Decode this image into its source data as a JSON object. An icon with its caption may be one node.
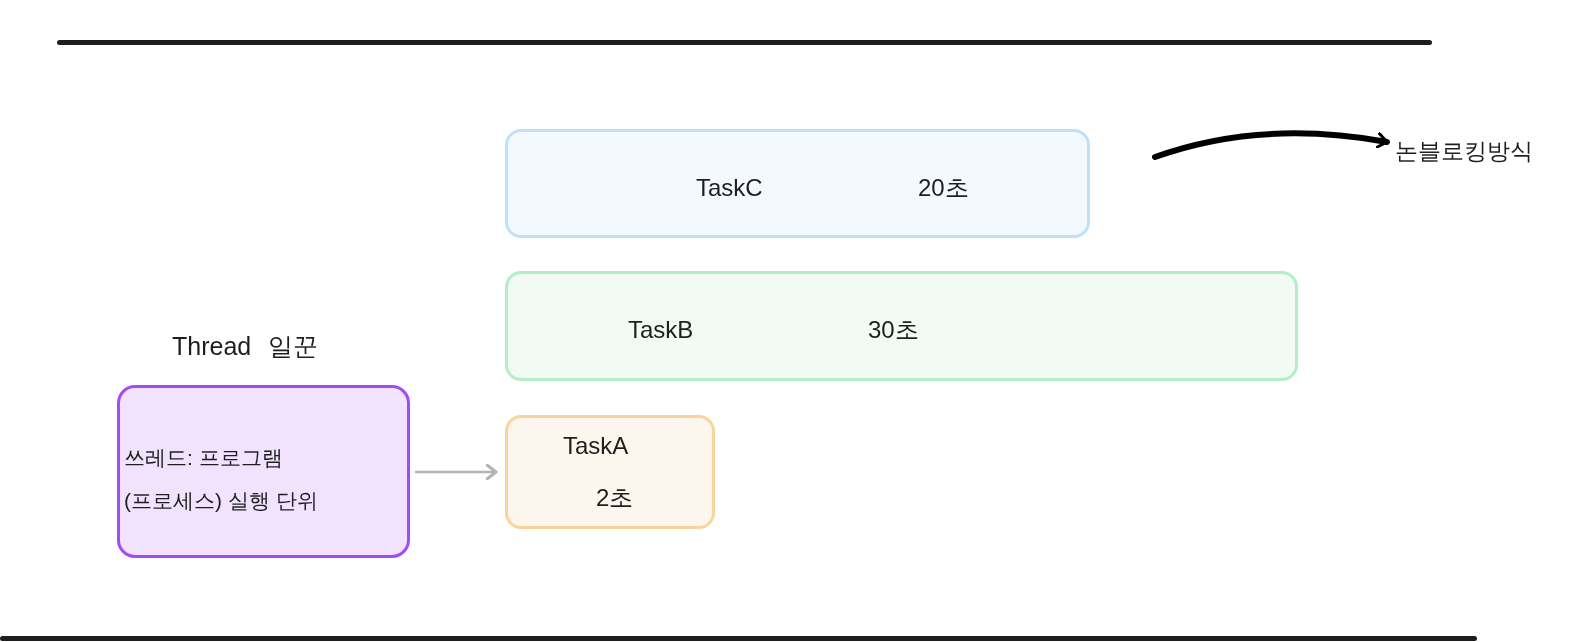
{
  "diagram": {
    "nodes": [
      {
        "text": [
          "TaskC",
          "20초"
        ]
      },
      {
        "text": [
          "논블로킹방식"
        ]
      },
      {
        "text": [
          "TaskB",
          "30초"
        ]
      },
      {
        "text": [
          "Thread 일꾼",
          "쓰레드: 프로그램 (프로세스) 실행 단위"
        ]
      },
      {
        "text": [
          "TaskA",
          "2초"
        ]
      }
    ],
    "edges": [
      {
        "from": 3,
        "to": 4,
        "arrow": "to",
        "color": "#b3b3b3"
      },
      {
        "from": null,
        "to": 1,
        "arrow": "to",
        "style": "thick",
        "color": "#000000"
      }
    ]
  }
}
